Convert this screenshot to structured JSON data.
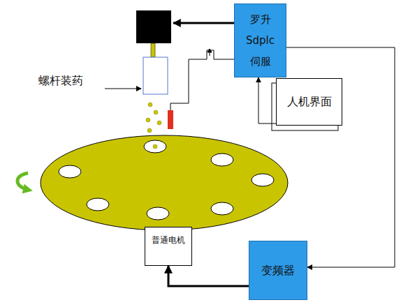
{
  "diagram": {
    "nodes": [
      {
        "text": [
          "罗升 Sdplc 伺服"
        ]
      },
      {
        "text": [
          "人机界面"
        ]
      },
      {
        "text": [
          "普通电机"
        ]
      },
      {
        "text": [
          "变频器"
        ]
      }
    ],
    "edges": [
      {
        "from": 1,
        "to": 0,
        "arrow": "to"
      },
      {
        "from": 0,
        "to": 3,
        "arrow": "to"
      },
      {
        "from": 3,
        "to": 2,
        "arrow": "to"
      }
    ],
    "labels": [
      "螺杆装药"
    ]
  }
}
